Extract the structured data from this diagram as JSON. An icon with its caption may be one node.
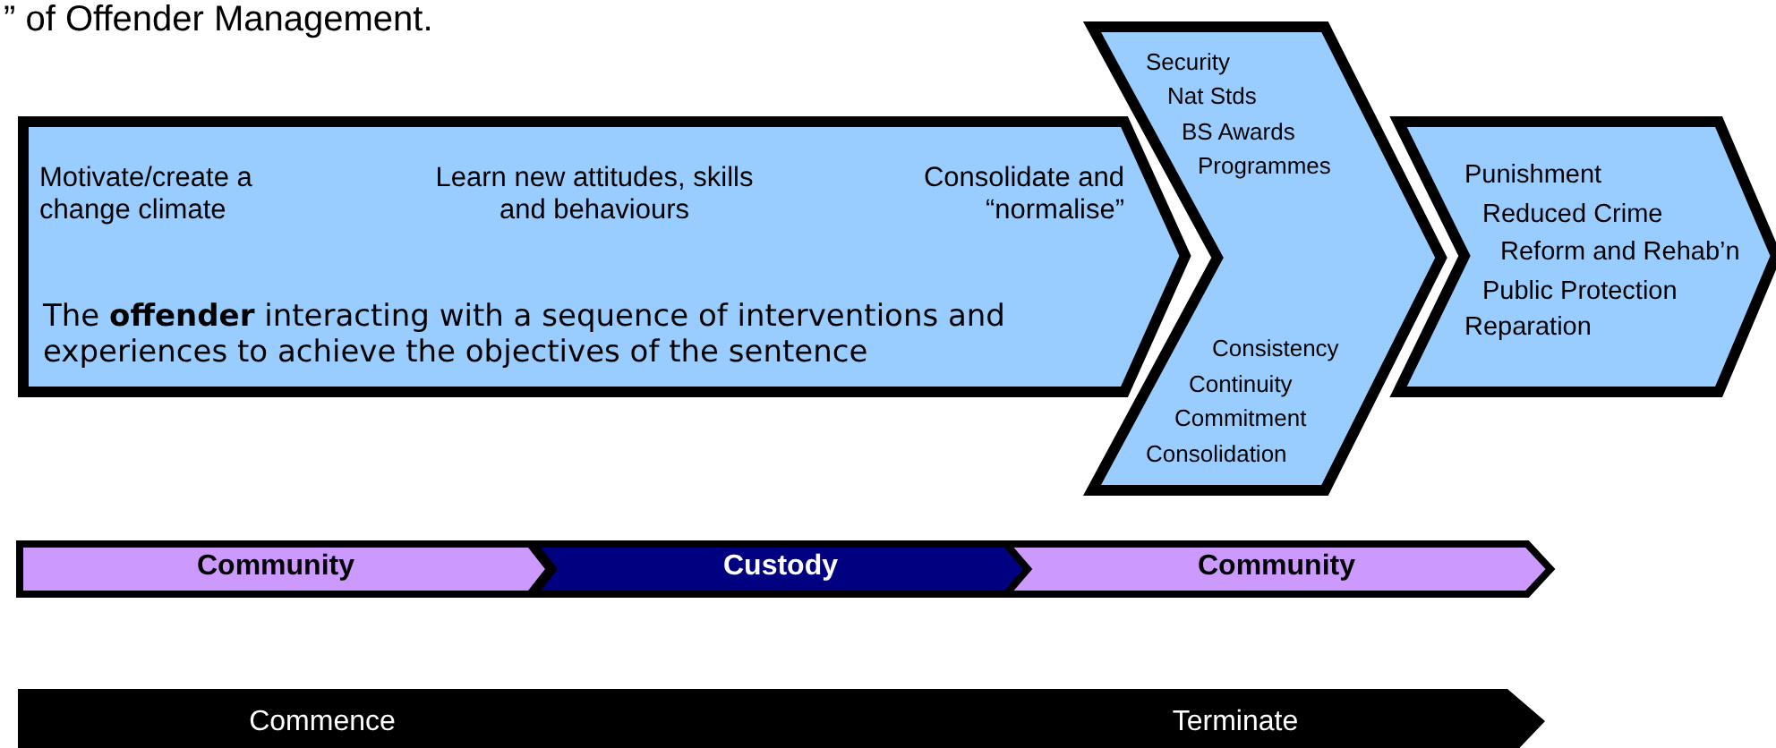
{
  "diagram": {
    "title": "” of Offender Management.",
    "nodes": [
      {
        "text": [
          "Motivate/create a change climate",
          "Learn new attitudes, skills and behaviours",
          "Consolidate and “normalise”",
          "The **offender** interacting with a sequence of interventions and experiences to achieve the objectives of the sentence"
        ]
      },
      {
        "text": [
          "Security",
          "Nat Stds",
          "BS Awards",
          "Programmes",
          "Consistency",
          "Continuity",
          "Commitment",
          "Consolidation"
        ]
      },
      {
        "text": [
          "Punishment",
          "Reduced Crime",
          "Reform and Rehab’n",
          "Public Protection",
          "Reparation"
        ]
      },
      {
        "text": [
          "Community"
        ]
      },
      {
        "text": [
          "Custody"
        ]
      },
      {
        "text": [
          "Community"
        ]
      },
      {
        "text": [
          "Commence",
          "Terminate"
        ]
      }
    ]
  }
}
